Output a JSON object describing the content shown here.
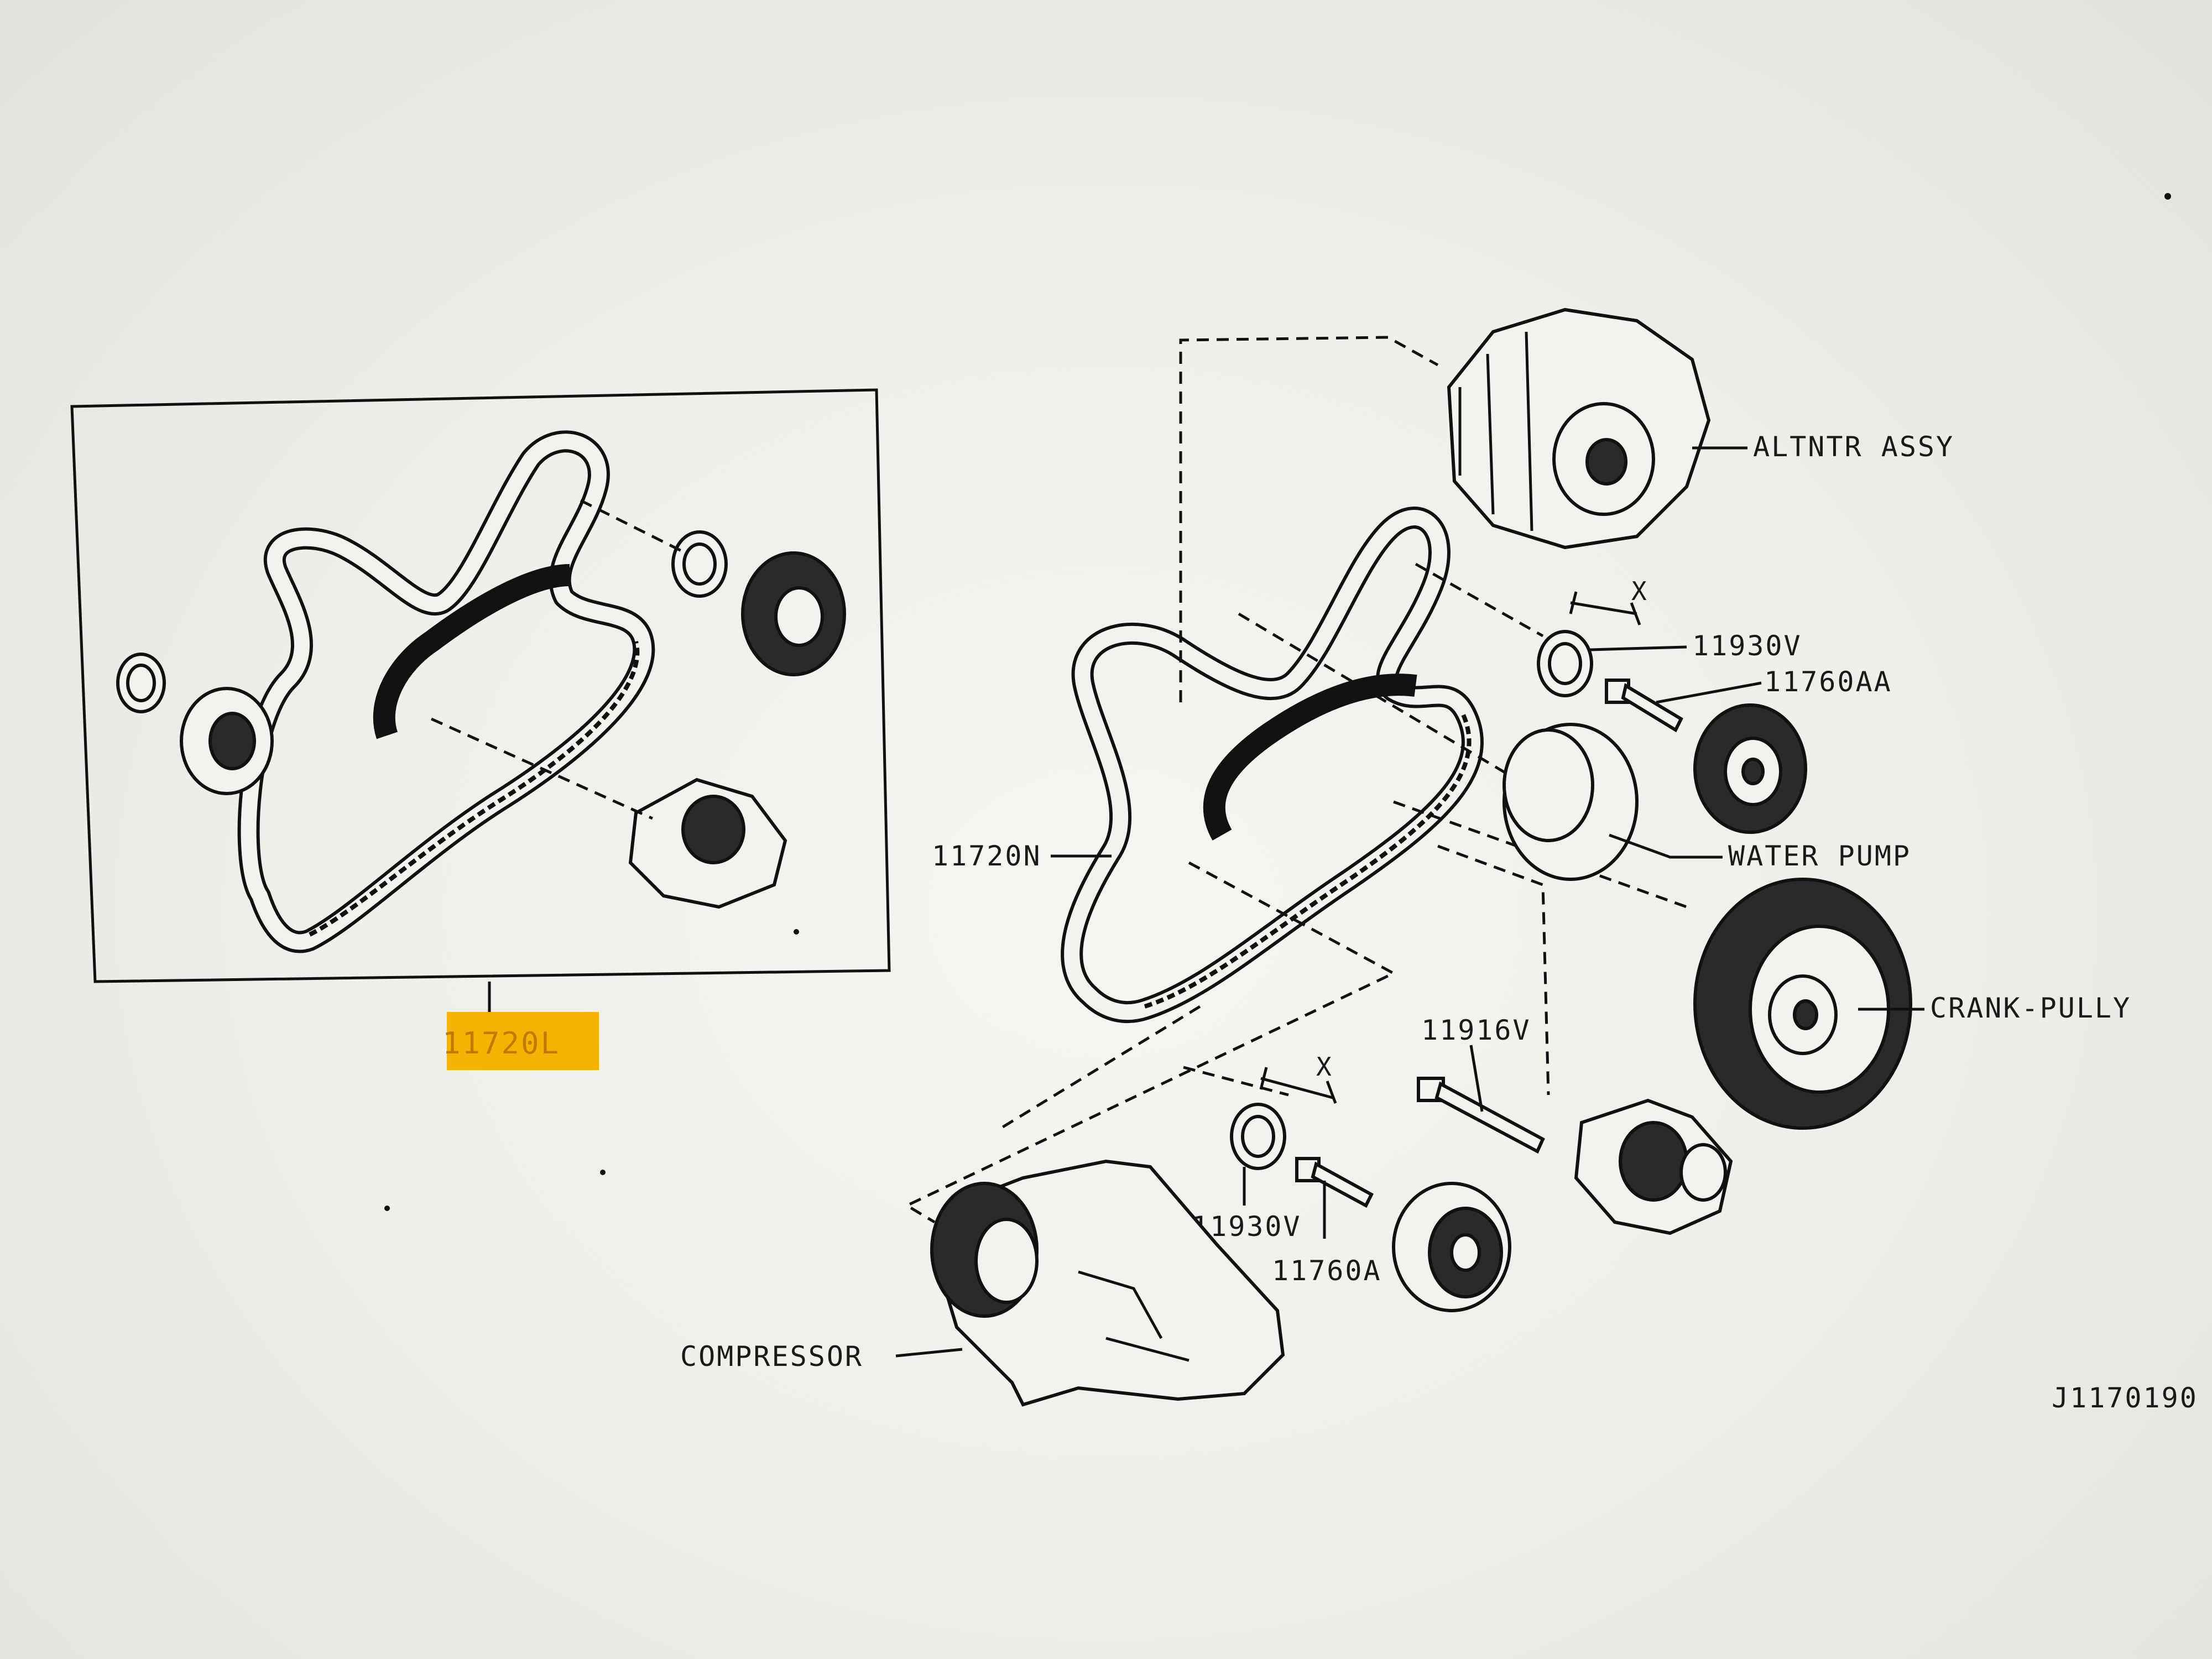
{
  "diagram": {
    "labels": {
      "altntr_assy": "ALTNTR ASSY",
      "part_11930v_top": "11930V",
      "part_11760aa": "11760AA",
      "part_11720n": "11720N",
      "water_pump": "WATER PUMP",
      "crank_pully": "CRANK-PULLY",
      "part_11916v": "11916V",
      "part_11930v_bottom": "11930V",
      "part_11760a": "11760A",
      "compressor": "COMPRESSOR",
      "part_11720l": "11720L",
      "figure_code": "J1170190",
      "dimension_x_top": "X",
      "dimension_x_bottom": "X"
    },
    "highlight_color": "#f6b200"
  }
}
